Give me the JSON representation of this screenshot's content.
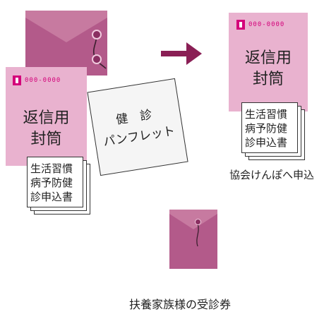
{
  "return_envelope_left": {
    "postal_code": "000-0000",
    "label_line1": "返信用",
    "label_line2": "封筒"
  },
  "docs_left": {
    "line1": "生活習慣",
    "line2": "病予防健",
    "line3": "診申込書"
  },
  "pamphlet": {
    "line1": "健 診",
    "line2": "パンフレット"
  },
  "return_envelope_right": {
    "postal_code": "000-0000",
    "label_line1": "返信用",
    "label_line2": "封筒"
  },
  "docs_right": {
    "line1": "生活習慣",
    "line2": "病予防健",
    "line3": "診申込書"
  },
  "captions": {
    "submit": "協会けんぽへ申込",
    "ticket": "扶養家族様の受診券"
  },
  "colors": {
    "envelope_dark": "#b35a8a",
    "envelope_light": "#e9b2cf",
    "arrow": "#8a1f55",
    "postal_mark": "#d4007a"
  }
}
